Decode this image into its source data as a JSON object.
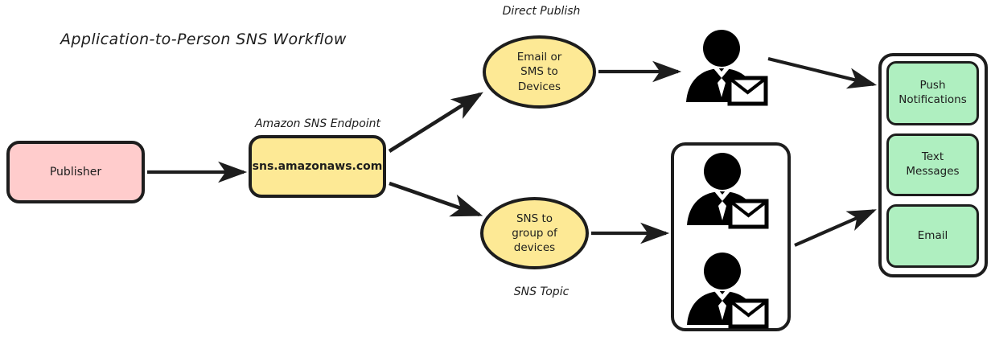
{
  "diagram": {
    "title": "Application-to-Person SNS Workflow",
    "type": "flowchart",
    "nodes": {
      "publisher": {
        "label": "Publisher",
        "shape": "rounded-rect",
        "color": "#FFCCCC"
      },
      "endpoint": {
        "label": "sns.amazonaws.com",
        "caption": "Amazon SNS Endpoint",
        "shape": "rounded-rect",
        "color": "#FDE995"
      },
      "direct_publish": {
        "label": "Email or\nSMS to\nDevices",
        "line1": "Email or",
        "line2": "SMS to",
        "line3": "Devices",
        "caption": "Direct Publish",
        "shape": "ellipse",
        "color": "#FDE995"
      },
      "sns_topic": {
        "label": "SNS to\ngroup of\ndevices",
        "line1": "SNS to",
        "line2": "group of",
        "line3": "devices",
        "caption": "SNS Topic",
        "shape": "ellipse",
        "color": "#FDE995"
      },
      "single_recipient": {
        "icon": "person-with-envelope-icon",
        "count": 1
      },
      "group_recipients": {
        "icon": "person-with-envelope-icon",
        "count": 2,
        "shape": "rounded-rect",
        "color": "#FFFFFF"
      }
    },
    "channels": {
      "container_color": "#FFFFFF",
      "box_color": "#AFEFC0",
      "items": [
        {
          "line1": "Push",
          "line2": "Notifications"
        },
        {
          "line1": "Text",
          "line2": "Messages"
        },
        {
          "line1": "Email",
          "line2": ""
        }
      ]
    },
    "edges": [
      {
        "from": "publisher",
        "to": "endpoint",
        "style": "solid-arrow"
      },
      {
        "from": "endpoint",
        "to": "direct_publish",
        "style": "solid-arrow"
      },
      {
        "from": "endpoint",
        "to": "sns_topic",
        "style": "solid-arrow"
      },
      {
        "from": "direct_publish",
        "to": "single_recipient",
        "style": "solid-arrow"
      },
      {
        "from": "sns_topic",
        "to": "group_recipients",
        "style": "solid-arrow"
      },
      {
        "from": "single_recipient",
        "to": "channels",
        "style": "solid-arrow"
      },
      {
        "from": "group_recipients",
        "to": "channels",
        "style": "solid-arrow"
      }
    ],
    "colors": {
      "stroke": "#1d1d1d",
      "pink": "#FFCCCC",
      "yellow": "#FDE995",
      "green": "#AFEFC0",
      "background": "#FFFFFF"
    }
  }
}
